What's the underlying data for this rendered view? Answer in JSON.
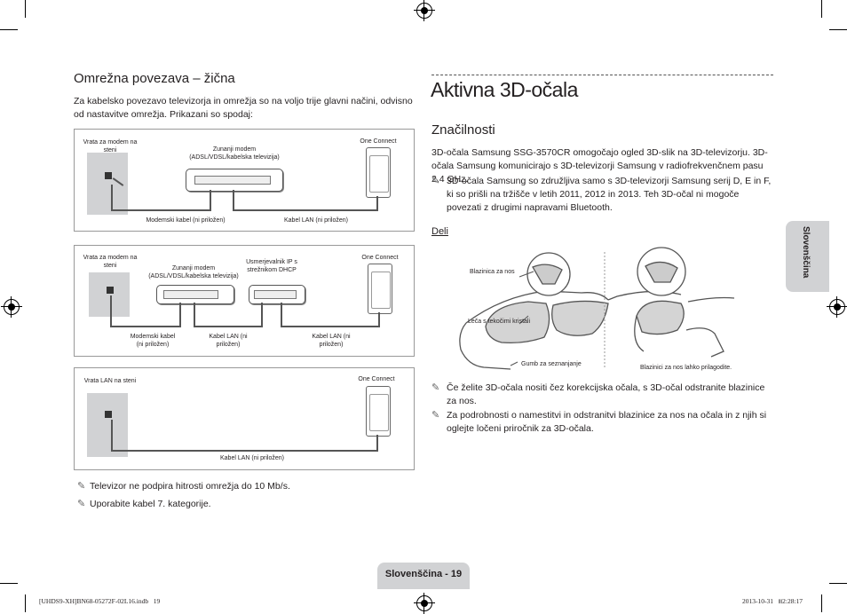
{
  "left": {
    "heading": "Omrežna povezava – žična",
    "intro": "Za kabelsko povezavo televizorja in omrežja so na voljo trije glavni načini, odvisno od nastavitve omrežja. Prikazani so spodaj:",
    "diagram1": {
      "wall": "Vrata za modem na steni",
      "modem": "Zunanji modem (ADSL/VDSL/kabelska televizija)",
      "oneconnect": "One Connect",
      "cable1": "Modemski kabel (ni priložen)",
      "cable2": "Kabel LAN (ni priložen)"
    },
    "diagram2": {
      "wall": "Vrata za modem na steni",
      "modem": "Zunanji modem (ADSL/VDSL/kabelska televizija)",
      "router": "Usmerjevalnik IP s strežnikom DHCP",
      "oneconnect": "One Connect",
      "cable1": "Modemski kabel (ni priložen)",
      "cable2": "Kabel LAN (ni priložen)",
      "cable3": "Kabel LAN (ni priložen)"
    },
    "diagram3": {
      "wall": "Vrata LAN na steni",
      "oneconnect": "One Connect",
      "cable": "Kabel LAN (ni priložen)"
    },
    "notes": [
      "Televizor ne podpira hitrosti omrežja do 10 Mb/s.",
      "Uporabite kabel 7. kategorije."
    ]
  },
  "right": {
    "title": "Aktivna 3D-očala",
    "subheading": "Značilnosti",
    "para": "3D-očala Samsung SSG-3570CR omogočajo ogled 3D-slik na 3D-televizorju. 3D-očala Samsung komunicirajo s 3D-televizorji Samsung v radiofrekvenčnem pasu 2,4 GHz.",
    "note1": "3D-očala Samsung so združljiva samo s 3D-televizorji Samsung serij D, E in F, ki so prišli na tržišče v letih 2011, 2012 in 2013. Teh 3D-očal ni mogoče povezati z drugimi napravami Bluetooth.",
    "parts_label": "Deli",
    "callouts": {
      "nose": "Blazinica za nos",
      "lens": "Leča s tekočimi kristali",
      "button": "Gumb za seznanjanje",
      "adjust": "Blazinici za nos lahko prilagodite."
    },
    "note2": "Če želite 3D-očala nositi čez korekcijska očala, s 3D-očal odstranite blazinice za nos.",
    "note3": "Za podrobnosti o namestitvi in odstranitvi blazinice za nos na očala in z njih si oglejte ločeni priročnik za 3D-očala."
  },
  "sidetab": "Slovenščina",
  "page_footer": "Slovenščina - 19",
  "print_left": "[UHDS9-XH]BN68-05272F-02L16.indb   19",
  "print_right": "2013-10-31   ꠲2:28:17",
  "note_icon": "pencil-note-icon"
}
